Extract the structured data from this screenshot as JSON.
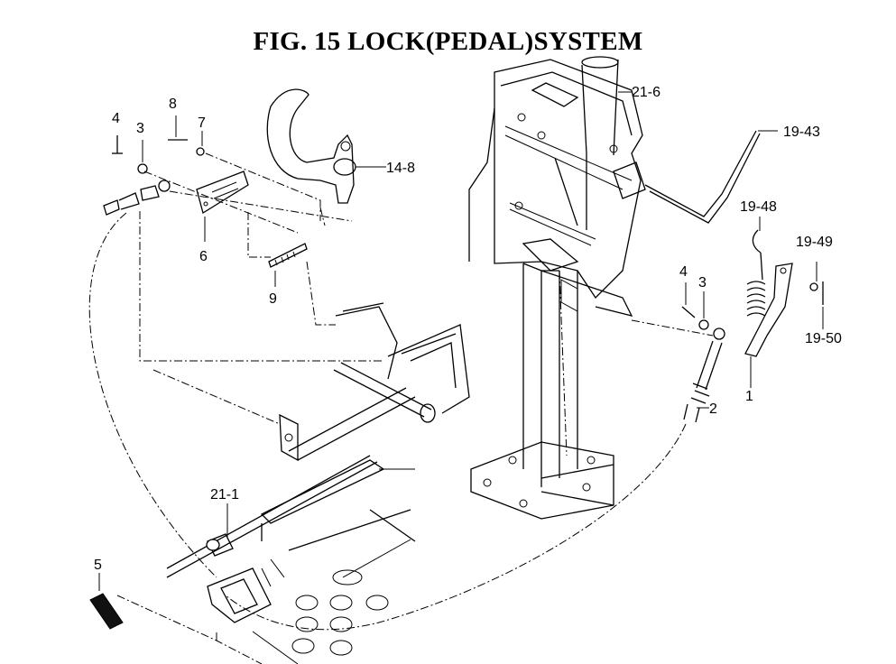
{
  "title": "FIG. 15  LOCK(PEDAL)SYSTEM",
  "labels": {
    "p4a": "4",
    "p3a": "3",
    "p8": "8",
    "p7": "7",
    "p14_8": "14-8",
    "p6": "6",
    "p9": "9",
    "p21_6": "21-6",
    "p19_43": "19-43",
    "p19_48": "19-48",
    "p19_49": "19-49",
    "p4b": "4",
    "p3b": "3",
    "p19_50": "19-50",
    "p1": "1",
    "p2": "2",
    "p21_1": "21-1",
    "p5": "5"
  }
}
